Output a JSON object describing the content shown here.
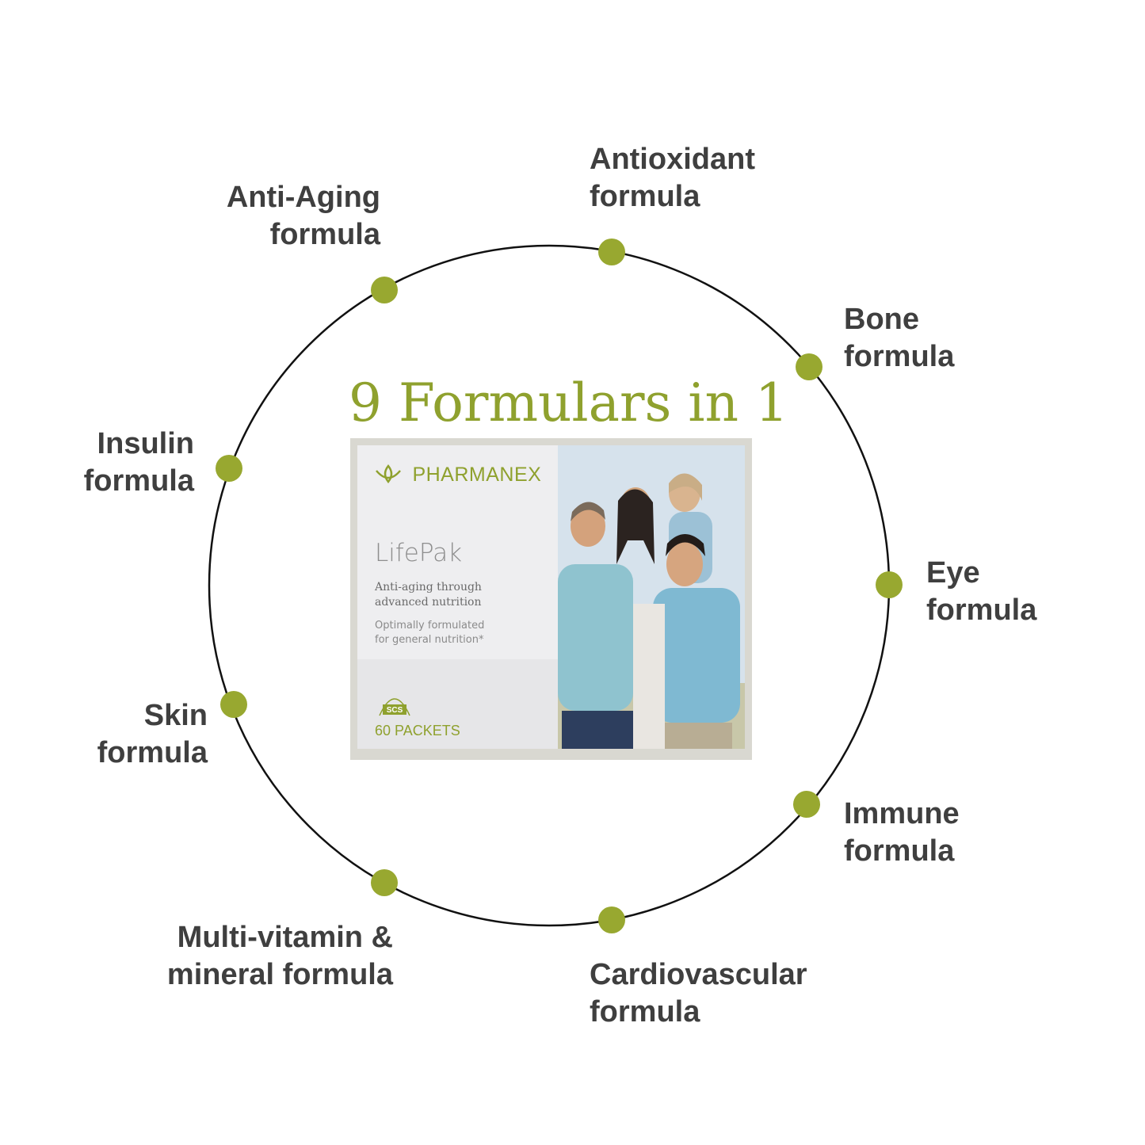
{
  "headline": "9 Formulars in 1",
  "colors": {
    "accent": "#8fa12e",
    "dot": "#98a830",
    "ring": "#111111",
    "label_text": "#3f3f3f"
  },
  "formulas": [
    {
      "name": "Anti-Aging formula",
      "line1": "Anti-Aging",
      "line2": "formula"
    },
    {
      "name": "Antioxidant formula",
      "line1": "Antioxidant",
      "line2": "formula"
    },
    {
      "name": "Bone formula",
      "line1": "Bone",
      "line2": "formula"
    },
    {
      "name": "Insulin formula",
      "line1": "Insulin",
      "line2": "formula"
    },
    {
      "name": "Eye formula",
      "line1": "Eye",
      "line2": "formula"
    },
    {
      "name": "Skin formula",
      "line1": "Skin",
      "line2": "formula"
    },
    {
      "name": "Immune formula",
      "line1": "Immune",
      "line2": "formula"
    },
    {
      "name": "Multi-vitamin & mineral formula",
      "line1": "Multi-vitamin &",
      "line2": "mineral formula"
    },
    {
      "name": "Cardiovascular formula",
      "line1": "Cardiovascular",
      "line2": "formula"
    }
  ],
  "product_box": {
    "brand": "PHARMANEX",
    "brand_icon": "leaf-logo-icon",
    "product_name": "LifePak",
    "tagline_line1": "Anti-aging through",
    "tagline_line2": "advanced nutrition",
    "subline1": "Optimally formulated",
    "subline2": "for general nutrition*",
    "seal_icon": "scs-certified-seal-icon",
    "seal_text": "SCS",
    "count": "60 PACKETS",
    "photo_icon": "family-photo-icon"
  }
}
